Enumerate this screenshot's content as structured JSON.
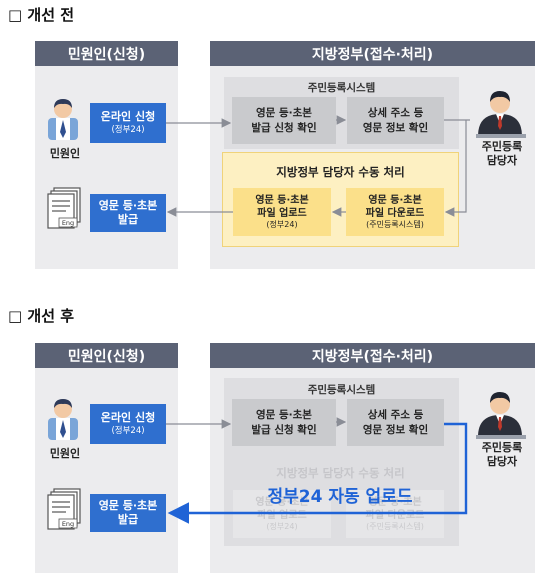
{
  "before": {
    "heading": "□ 개선 전",
    "left_header": "민원인(신청)",
    "right_header": "지방정부(접수·처리)",
    "system_title": "주민등록시스템",
    "online_apply": {
      "title": "온라인 신청",
      "sub": "(정부24)"
    },
    "citizen_label": "민원인",
    "issue_box": "영문 등·초본\n발급",
    "request_check": "영문 등·초본\n발급 신청 확인",
    "address_check": "상세 주소 등\n영문 정보 확인",
    "officer_label": "주민등록\n담당자",
    "manual_title": "지방정부 담당자 수동 처리",
    "upload": {
      "title": "영문 등·초본\n파일 업로드",
      "sub": "(정부24)"
    },
    "download": {
      "title": "영문 등·초본\n파일 다운로드",
      "sub": "(주민등록시스템)"
    }
  },
  "after": {
    "heading": "□ 개선 후",
    "left_header": "민원인(신청)",
    "right_header": "지방정부(접수·처리)",
    "system_title": "주민등록시스템",
    "online_apply": {
      "title": "온라인 신청",
      "sub": "(정부24)"
    },
    "citizen_label": "민원인",
    "issue_box": "영문 등·초본\n발급",
    "request_check": "영문 등·초본\n발급 신청 확인",
    "address_check": "상세 주소 등\n영문 정보 확인",
    "officer_label": "주민등록\n담당자",
    "manual_title_faded": "지방정부 담당자 수동 처리",
    "upload_faded": {
      "title": "영문 등·초본\n파일 업로드",
      "sub": "(정부24)"
    },
    "download_faded": {
      "title": "영문 등·초본\n파일 다운로드",
      "sub": "(주민등록시스템)"
    },
    "auto_upload": "정부24 자동 업로드"
  },
  "icons": {
    "citizen": "person-icon",
    "officer": "officer-icon",
    "document": "document-icon",
    "doc_tag": "Eng"
  },
  "colors": {
    "header": "#5b6275",
    "blue": "#2f6fcf",
    "yellow": "#fbe08a",
    "auto_arrow": "#1f63d6"
  }
}
